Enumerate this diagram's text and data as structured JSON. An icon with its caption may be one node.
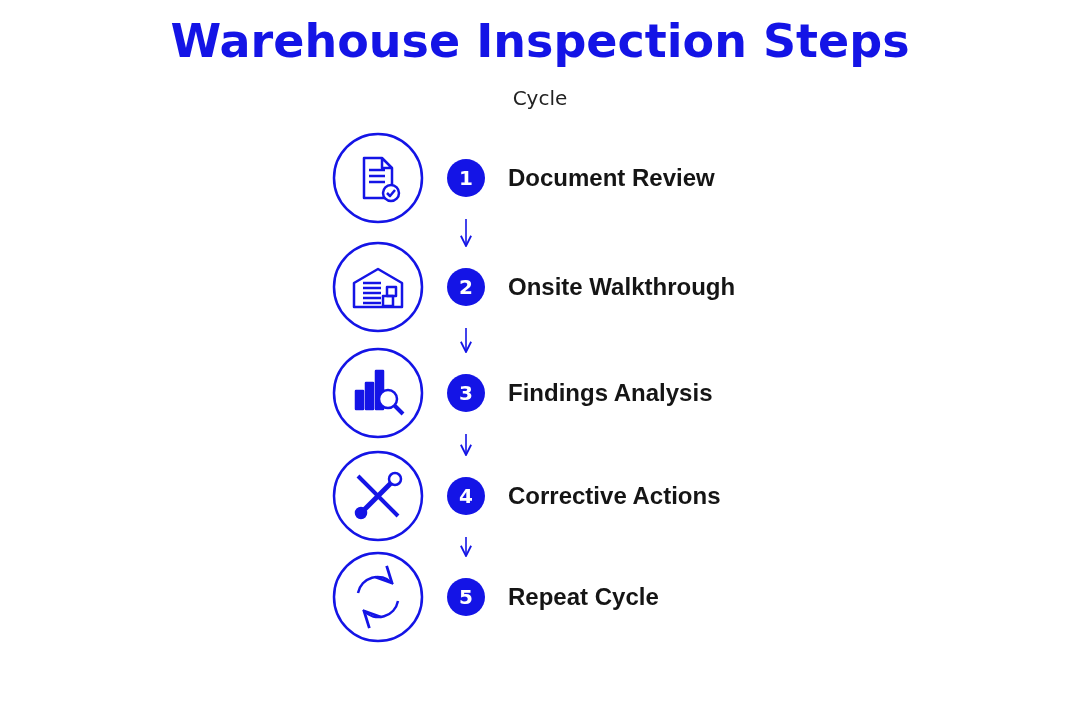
{
  "diagram": {
    "title": "Warehouse Inspection Steps",
    "caption": "Cycle",
    "nodes": [
      {
        "text": [
          "1"
        ],
        "beside": [
          "Document Review"
        ]
      },
      {
        "text": [
          "2"
        ],
        "beside": [
          "Onsite Walkthrough"
        ]
      },
      {
        "text": [
          "3"
        ],
        "beside": [
          "Findings Analysis"
        ]
      },
      {
        "text": [
          "4"
        ],
        "beside": [
          "Corrective Actions"
        ]
      },
      {
        "text": [
          "5"
        ],
        "beside": [
          "Repeat Cycle"
        ]
      }
    ],
    "edges": [
      {
        "from": 0,
        "to": 1,
        "arrow": "to"
      },
      {
        "from": 1,
        "to": 2,
        "arrow": "to"
      },
      {
        "from": 2,
        "to": 3,
        "arrow": "to"
      },
      {
        "from": 3,
        "to": 4,
        "arrow": "to"
      }
    ]
  }
}
